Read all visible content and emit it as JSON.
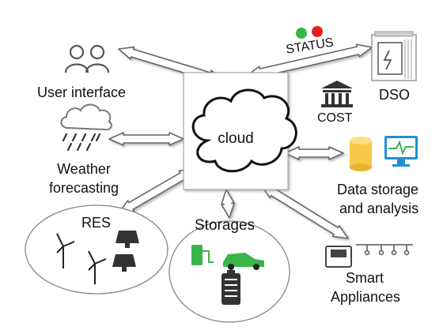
{
  "hub": {
    "label": "cloud"
  },
  "nodes": {
    "user_interface": {
      "label": "User interface",
      "icon": "users-icon"
    },
    "weather": {
      "line1": "Weather",
      "line2": "forecasting",
      "icon": "rain-cloud-icon"
    },
    "res": {
      "label": "RES",
      "icons": [
        "wind-turbine-icon",
        "solar-panel-icon"
      ]
    },
    "storages": {
      "label": "Storages",
      "icons": [
        "ev-charger-icon",
        "electric-car-icon",
        "battery-icon"
      ]
    },
    "smart_appliances": {
      "line1": "Smart",
      "line2": "Appliances",
      "icons": [
        "washing-machine-icon",
        "lights-icon"
      ]
    },
    "data_storage": {
      "line1": "Data storage",
      "line2": "and analysis",
      "icons": [
        "database-icon",
        "monitor-icon"
      ]
    },
    "dso": {
      "label": "DSO",
      "icon": "substation-icon"
    }
  },
  "link_labels": {
    "status": "STATUS",
    "cost": "COST"
  },
  "colors": {
    "status_good": "#39b54a",
    "status_bad": "#e41e1e",
    "database": "#f7c948",
    "monitor": "#1e90d6",
    "green_icons": "#39b54a"
  }
}
